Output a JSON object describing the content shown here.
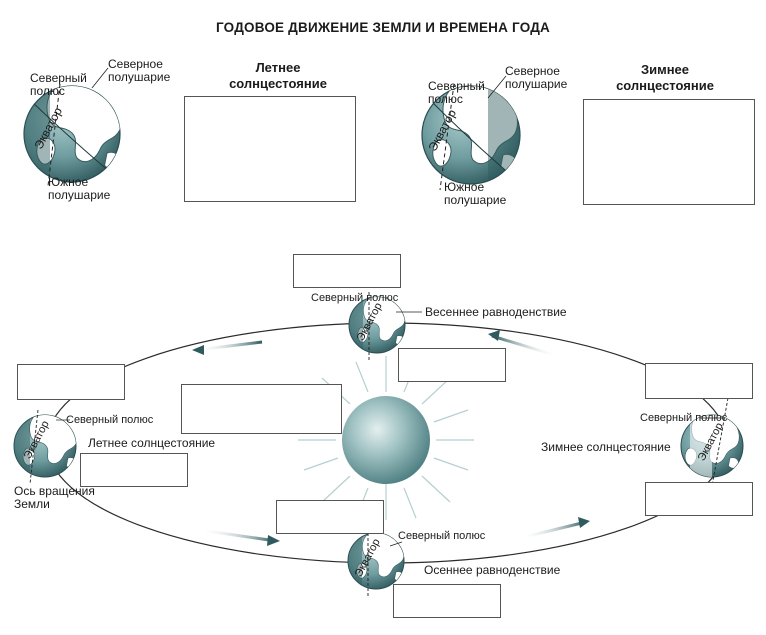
{
  "title": "ГОДОВОЕ ДВИЖЕНИЕ ЗЕМЛИ И ВРЕМЕНА ГОДА",
  "top_left": {
    "heading_line1": "Летнее",
    "heading_line2": "солнцестояние",
    "north_pole": "Северный\nполюс",
    "north_hemisphere": "Северное\nполушарие",
    "equator": "Экватор",
    "south_hemisphere": "Южное\nполушарие"
  },
  "top_right": {
    "heading_line1": "Зимнее",
    "heading_line2": "солнцестояние",
    "north_pole": "Северный\nполюс",
    "north_hemisphere": "Северное\nполушарие",
    "equator": "Экватор",
    "south_hemisphere": "Южное\nполушарие"
  },
  "orbit": {
    "top": {
      "pole": "Северный полюс",
      "equator": "Экватор",
      "season": "Весеннее равноденствие"
    },
    "left": {
      "pole": "Северный полюс",
      "equator": "Экватор",
      "season": "Летнее солнцестояние",
      "axis": "Ось вращения\nЗемли"
    },
    "right": {
      "pole": "Северный полюс",
      "equator": "Экватор",
      "season": "Зимнее солнцестояние"
    },
    "bottom": {
      "pole": "Северный полюс",
      "equator": "Экватор",
      "season": "Осеннее равноденствие"
    }
  },
  "colors": {
    "globe_land": "#ffffff",
    "globe_ocean": "#6f9da0",
    "globe_dark": "#2f5a5e",
    "sun": "#8fb6b8",
    "orbit_line": "#2b2b2b"
  }
}
